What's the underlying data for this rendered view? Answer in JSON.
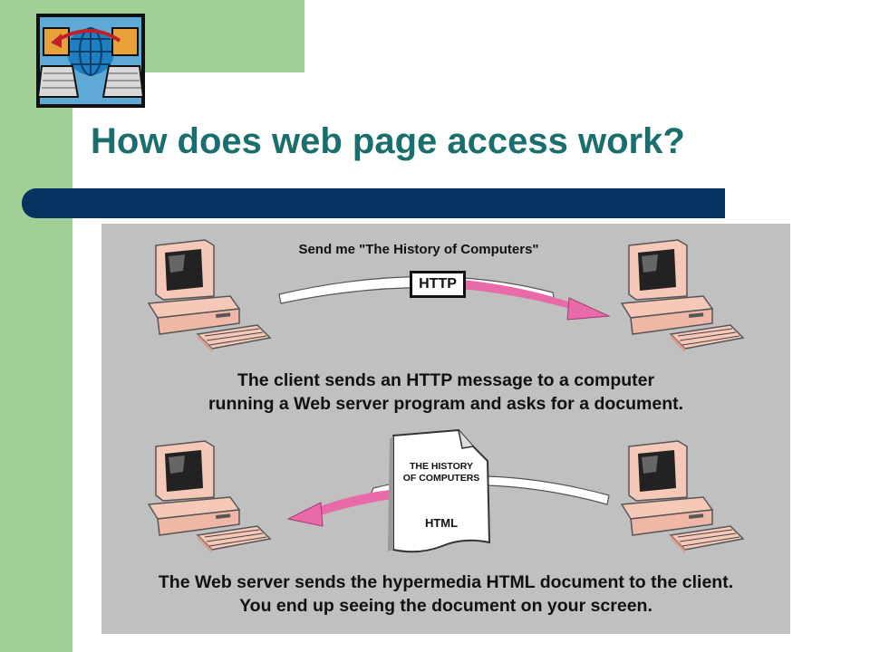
{
  "slide": {
    "title": "How does web page access work?"
  },
  "diagram": {
    "request_label": "Send me \"The History of Computers\"",
    "protocol_badge": "HTTP",
    "caption_top": [
      "The client sends an HTTP message to a computer",
      "running a Web server program and asks for a document."
    ],
    "document_title": [
      "THE HISTORY",
      "OF COMPUTERS"
    ],
    "document_format": "HTML",
    "caption_bottom": [
      "The Web server sends the hypermedia HTML document to the client.",
      "You end up seeing the document on your screen."
    ]
  },
  "colors": {
    "green_accent": "#a2cf95",
    "title_text": "#1a6e6e",
    "title_bar": "#06325f",
    "panel_background": "#c0c0c0",
    "computer_fill": "#f6c8b8",
    "arrow_pink": "#e96aa8"
  },
  "icons": [
    "globe-network-icon",
    "computer-icon",
    "document-icon",
    "arrow-icon"
  ]
}
